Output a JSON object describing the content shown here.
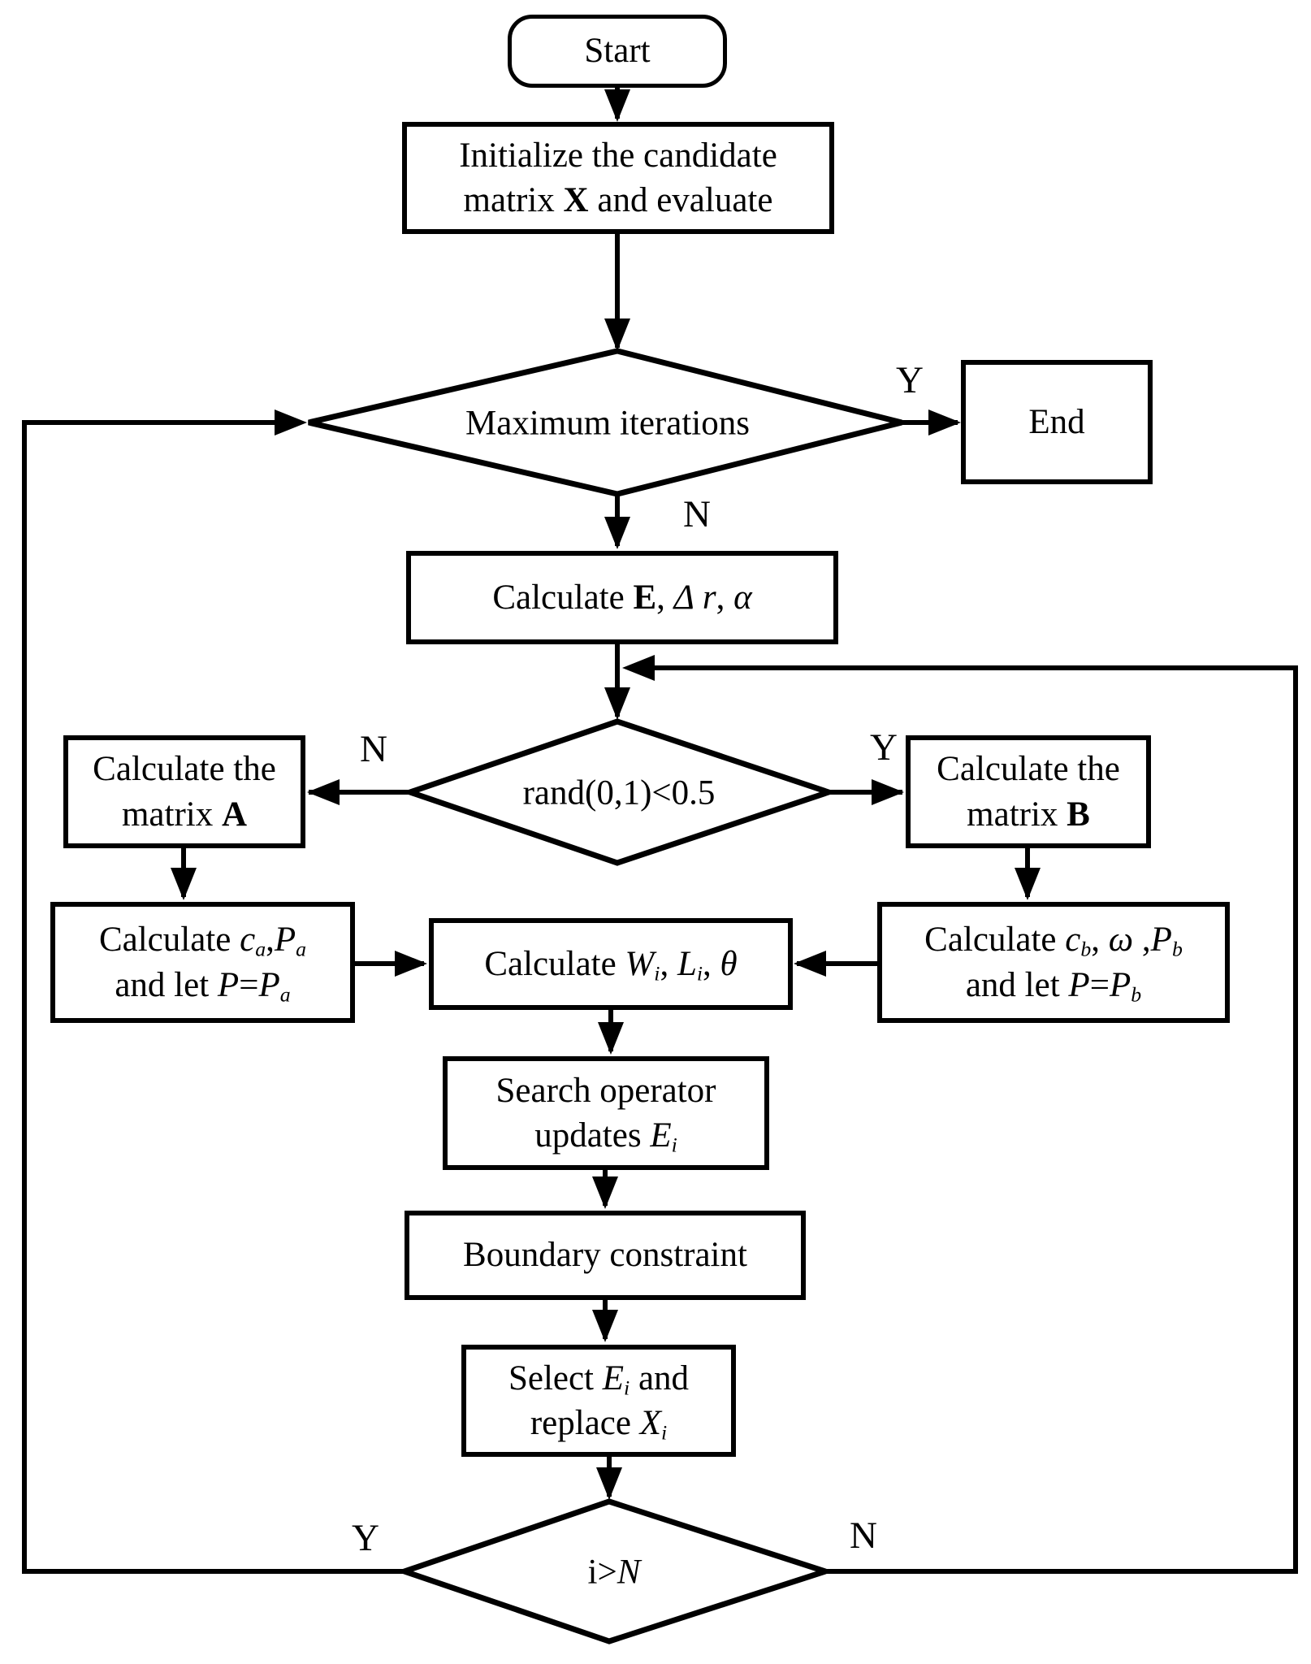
{
  "title": "Algorithm flowchart",
  "colors": {
    "stroke": "#000000",
    "background": "#ffffff"
  },
  "nodes": {
    "start": {
      "label": "Start"
    },
    "init": {
      "l1": "Initialize the candidate",
      "l2a": "matrix ",
      "l2b": "X",
      "l2c": " and evaluate"
    },
    "max_iter": {
      "label": "Maximum iterations"
    },
    "end_node": {
      "label": "End"
    },
    "calc_e": {
      "a": "Calculate ",
      "b": "E",
      "c": ", ",
      "d": "Δ r",
      "e": ",  ",
      "f": "α"
    },
    "rand": {
      "label": "rand(0,1)<0.5"
    },
    "mat_a": {
      "l1": "Calculate the",
      "l2a": "matrix ",
      "l2b": "A"
    },
    "mat_b": {
      "l1": "Calculate the",
      "l2a": "matrix ",
      "l2b": "B"
    },
    "calc_ca": {
      "l1a": "Calculate ",
      "l1b": "c",
      "l1c": "a",
      "l1d": ",",
      "l1e": "P",
      "l1f": "a",
      "l2a": "and let ",
      "l2b": "P",
      "l2c": "=",
      "l2d": "P",
      "l2e": "a"
    },
    "calc_cb": {
      "l1a": "Calculate ",
      "l1b": "c",
      "l1c": "b",
      "l1d": ", ",
      "l1e": "ω",
      "l1f": " ,",
      "l1g": "P",
      "l1h": "b",
      "l2a": "and let ",
      "l2b": "P",
      "l2c": "=",
      "l2d": "P",
      "l2e": "b"
    },
    "calc_w": {
      "a": "Calculate ",
      "b": "W",
      "c": "i",
      "d": ", ",
      "e": "L",
      "f": "i",
      "g": ",  ",
      "h": "θ"
    },
    "search": {
      "l1": "Search operator",
      "l2a": "updates ",
      "l2b": "E",
      "l2c": "i"
    },
    "boundary": {
      "label": "Boundary constraint"
    },
    "select": {
      "l1a": "Select ",
      "l1b": "E",
      "l1c": "i",
      "l1d": " and",
      "l2a": "replace ",
      "l2b": "X",
      "l2c": "i"
    },
    "i_n": {
      "a": "i>",
      "b": "N"
    }
  },
  "edge_labels": {
    "max_yes": "Y",
    "max_no": "N",
    "rand_no": "N",
    "rand_yes": "Y",
    "iter_yes": "Y",
    "iter_no": "N"
  }
}
